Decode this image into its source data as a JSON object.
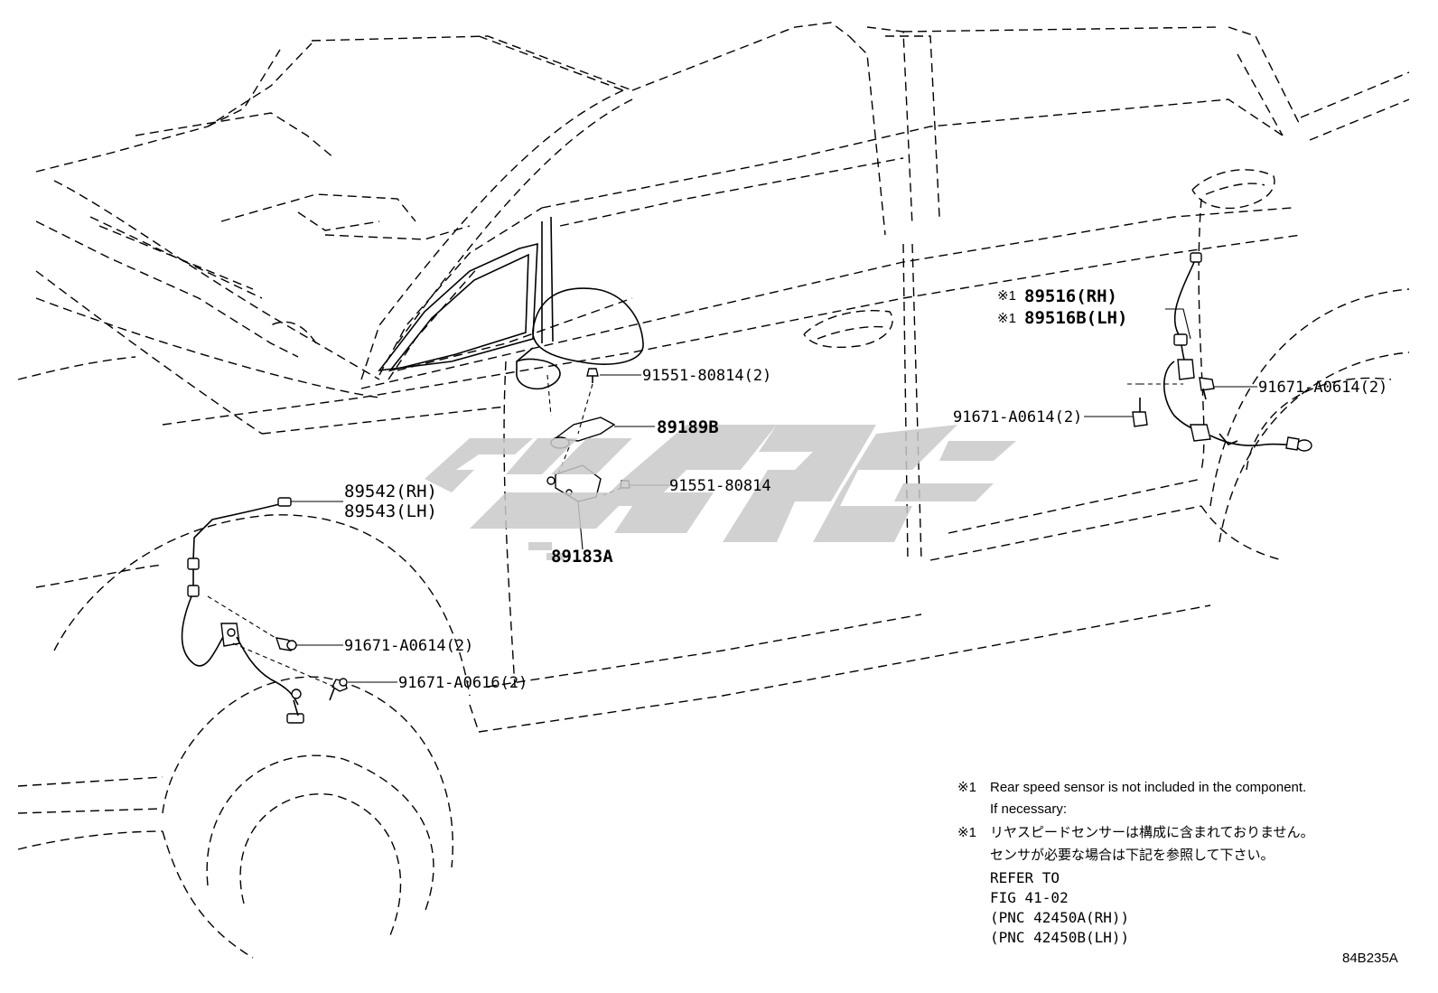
{
  "parts": {
    "screw_mirror": "91551-80814(2)",
    "bracket_upper": "89189B",
    "screw_lower": "91551-80814",
    "bracket_lower": "89183A",
    "front_sensor_rh": "89542(RH)",
    "front_sensor_lh": "89543(LH)",
    "bolt_front_a": "91671-A0614(2)",
    "bolt_front_b": "91671-A0616(2)",
    "rear_sensor_rh": "89516(RH)",
    "rear_sensor_lh": "89516B(LH)",
    "rear_marker": "※1",
    "bolt_rear_right": "91671-A0614(2)",
    "bolt_rear_left": "91671-A0614(2)"
  },
  "notes": {
    "marker": "※1",
    "en_line1": "Rear speed sensor is not included in the component.",
    "en_line2": "If necessary:",
    "jp_line1": "リヤスピードセンサーは構成に含まれておりません。",
    "jp_line2": "センサが必要な場合は下記を参照して下さい。",
    "refer1": "REFER TO",
    "refer2": "FIG 41-02",
    "refer3": "(PNC 42450A(RH))",
    "refer4": "(PNC 42450B(LH))"
  },
  "figure_code": "84B235A",
  "watermark_color": "#c9c9c9"
}
